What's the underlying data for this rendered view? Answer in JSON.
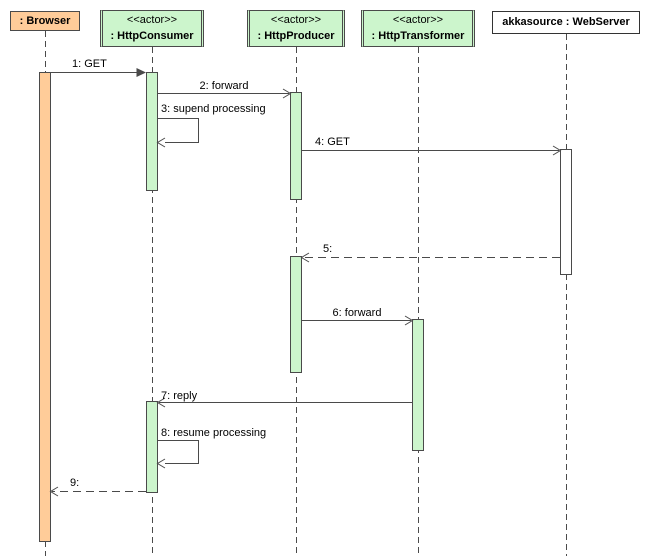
{
  "diagram": {
    "type": "uml-sequence-diagram",
    "background": "#FFFFFF"
  },
  "participants": [
    {
      "stereotype": "",
      "name": ": Browser",
      "fill": "#FFCC99"
    },
    {
      "stereotype": "<<actor>>",
      "name": ": HttpConsumer",
      "fill": "#CCF5CC"
    },
    {
      "stereotype": "<<actor>>",
      "name": ": HttpProducer",
      "fill": "#CCF5CC"
    },
    {
      "stereotype": "<<actor>>",
      "name": ": HttpTransformer",
      "fill": "#CCF5CC"
    },
    {
      "stereotype": "",
      "name": "akkasource : WebServer",
      "fill": "#FFFFFF"
    }
  ],
  "messages": [
    {
      "label": "1: GET",
      "from": ": Browser",
      "to": ": HttpConsumer",
      "line": "solid",
      "arrow": "filled"
    },
    {
      "label": "2: forward",
      "from": ": HttpConsumer",
      "to": ": HttpProducer",
      "line": "solid",
      "arrow": "open"
    },
    {
      "label": "3: supend processing",
      "from": ": HttpConsumer",
      "to": ": HttpConsumer",
      "line": "solid",
      "arrow": "open",
      "self": true
    },
    {
      "label": "4: GET",
      "from": ": HttpProducer",
      "to": "akkasource : WebServer",
      "line": "solid",
      "arrow": "open"
    },
    {
      "label": "5:",
      "from": "akkasource : WebServer",
      "to": ": HttpProducer",
      "line": "dashed",
      "arrow": "open"
    },
    {
      "label": "6: forward",
      "from": ": HttpProducer",
      "to": ": HttpTransformer",
      "line": "solid",
      "arrow": "open"
    },
    {
      "label": "7: reply",
      "from": ": HttpTransformer",
      "to": ": HttpConsumer",
      "line": "solid",
      "arrow": "open"
    },
    {
      "label": "8: resume processing",
      "from": ": HttpConsumer",
      "to": ": HttpConsumer",
      "line": "solid",
      "arrow": "open",
      "self": true
    },
    {
      "label": "9:",
      "from": ": HttpConsumer",
      "to": ": Browser",
      "line": "dashed",
      "arrow": "open"
    }
  ],
  "colors": {
    "line": "#4A4A4A",
    "text": "#000000",
    "activation_orange": "#FFCC99",
    "activation_green": "#CCF5CC",
    "activation_white": "#FFFFFF",
    "background": "#FFFFFF"
  }
}
